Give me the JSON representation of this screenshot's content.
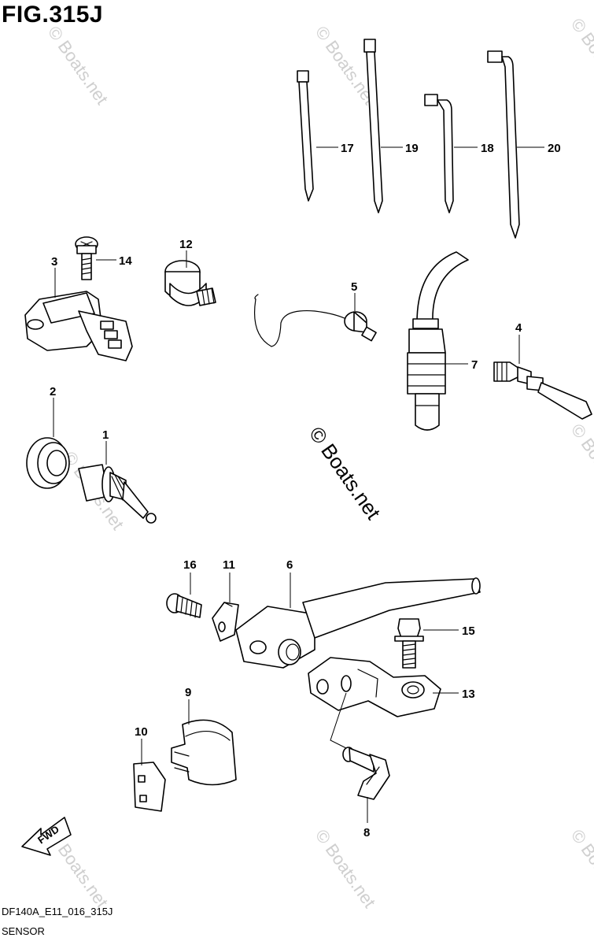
{
  "figure": {
    "title": "FIG.315J",
    "code": "DF140A_E11_016_315J",
    "name": "SENSOR"
  },
  "watermark": "© Boats.net",
  "direction_badge": "FWD",
  "callouts": [
    "1",
    "2",
    "3",
    "4",
    "5",
    "6",
    "7",
    "8",
    "9",
    "10",
    "11",
    "12",
    "13",
    "14",
    "15",
    "16",
    "17",
    "18",
    "19",
    "20"
  ]
}
